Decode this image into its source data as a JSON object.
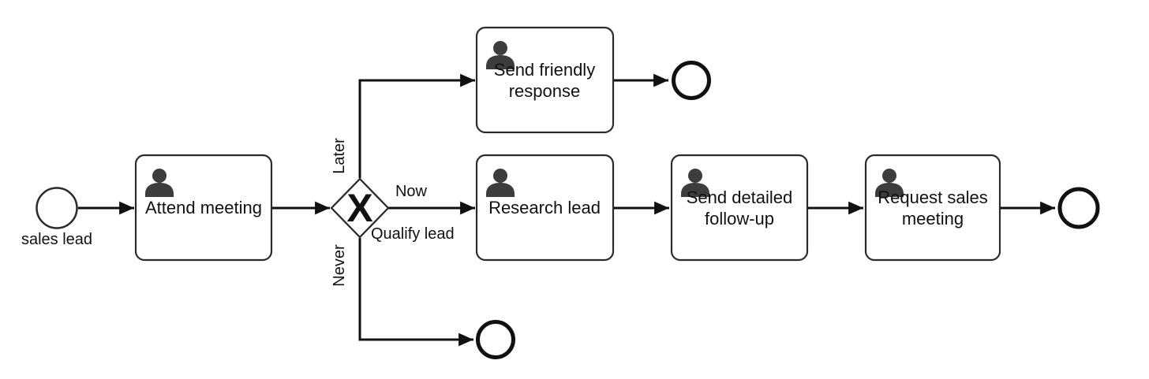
{
  "diagram": {
    "type": "bpmn-process",
    "colors": {
      "canvas_fill": "#ffffff",
      "shape_stroke": "#2b2b2b",
      "flow_stroke": "#111111",
      "icon_fill": "#3d3d3d",
      "label_color": "#111111"
    },
    "start_event": {
      "label": "sales lead"
    },
    "tasks": [
      {
        "id": "attend-meeting",
        "icon": "user-icon",
        "lines": [
          "Attend meeting"
        ]
      },
      {
        "id": "send-friendly-response",
        "icon": "user-icon",
        "lines": [
          "Send friendly",
          "response"
        ]
      },
      {
        "id": "research-lead",
        "icon": "user-icon",
        "lines": [
          "Research lead"
        ]
      },
      {
        "id": "send-detailed-follow-up",
        "icon": "user-icon",
        "lines": [
          "Send detailed",
          "follow-up"
        ]
      },
      {
        "id": "request-sales-meeting",
        "icon": "user-icon",
        "lines": [
          "Request sales",
          "meeting"
        ]
      }
    ],
    "gateway": {
      "marker": "X",
      "label": "Qualify lead",
      "branches": {
        "later": "Later",
        "now": "Now",
        "never": "Never"
      }
    },
    "end_event_count": 3,
    "flows": [
      {
        "from": "sales lead",
        "to": "Attend meeting"
      },
      {
        "from": "Attend meeting",
        "to": "Qualify lead gateway"
      },
      {
        "from": "Qualify lead gateway",
        "to": "Send friendly response",
        "label": "Later"
      },
      {
        "from": "Qualify lead gateway",
        "to": "Research lead",
        "label": "Now"
      },
      {
        "from": "Qualify lead gateway",
        "to": "end event",
        "label": "Never"
      },
      {
        "from": "Send friendly response",
        "to": "end event"
      },
      {
        "from": "Research lead",
        "to": "Send detailed follow-up"
      },
      {
        "from": "Send detailed follow-up",
        "to": "Request sales meeting"
      },
      {
        "from": "Request sales meeting",
        "to": "end event"
      }
    ]
  }
}
